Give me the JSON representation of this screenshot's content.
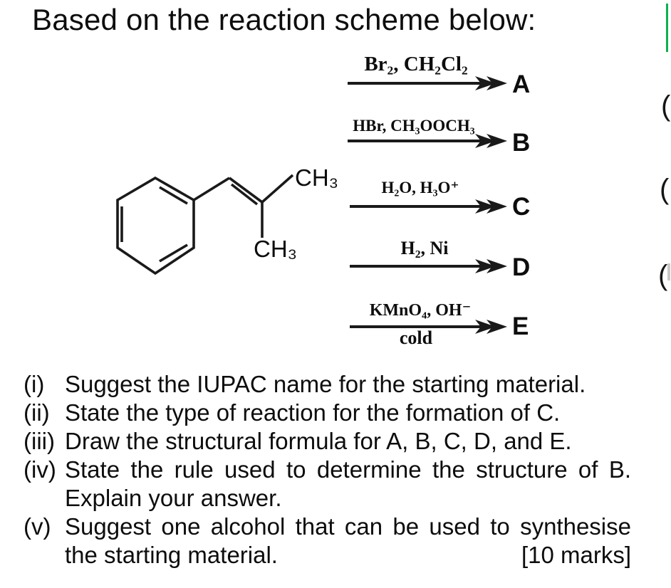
{
  "page": {
    "title": "Based on the reaction scheme below:"
  },
  "scheme": {
    "molecule": {
      "description": "1-phenyl-2-methylpropene skeletal structure",
      "top_methyl": "CH₃",
      "bottom_methyl": "CH₃"
    },
    "reactions": [
      {
        "reagents": "Br₂, CH₂Cl₂",
        "condition": "",
        "product": "A",
        "product_color": "#3432f2"
      },
      {
        "reagents": "HBr, CH₃OOCH₃",
        "condition": "",
        "product": "B",
        "product_color": "#111111"
      },
      {
        "reagents": "H₂O, H₃O⁺",
        "condition": "",
        "product": "C",
        "product_color": "#111111"
      },
      {
        "reagents": "H₂, Ni",
        "condition": "",
        "product": "D",
        "product_color": "#111111"
      },
      {
        "reagents": "KMnO₄, OH⁻",
        "condition": "cold",
        "product": "E",
        "product_color": "#111111"
      }
    ]
  },
  "questions": {
    "items": [
      {
        "marker": "(i)",
        "lines": [
          "Suggest the IUPAC name for the starting material."
        ]
      },
      {
        "marker": "(ii)",
        "lines": [
          "State the type of reaction for the formation of C."
        ]
      },
      {
        "marker": "(iii)",
        "lines": [
          "Draw the structural formula for A, B, C, D, and E."
        ]
      },
      {
        "marker": "(iv)",
        "lines": [
          "State the rule used to determine the structure of B.",
          "Explain your answer."
        ]
      },
      {
        "marker": "(v)",
        "lines": [
          "Suggest one alcohol that can be used to synthesise",
          "the starting material."
        ],
        "marks": "[10 marks]"
      }
    ]
  },
  "edge_fragments": {
    "paren1": "(",
    "paren2": "(",
    "paren3": "(",
    "accent_color": "#0db14c"
  }
}
